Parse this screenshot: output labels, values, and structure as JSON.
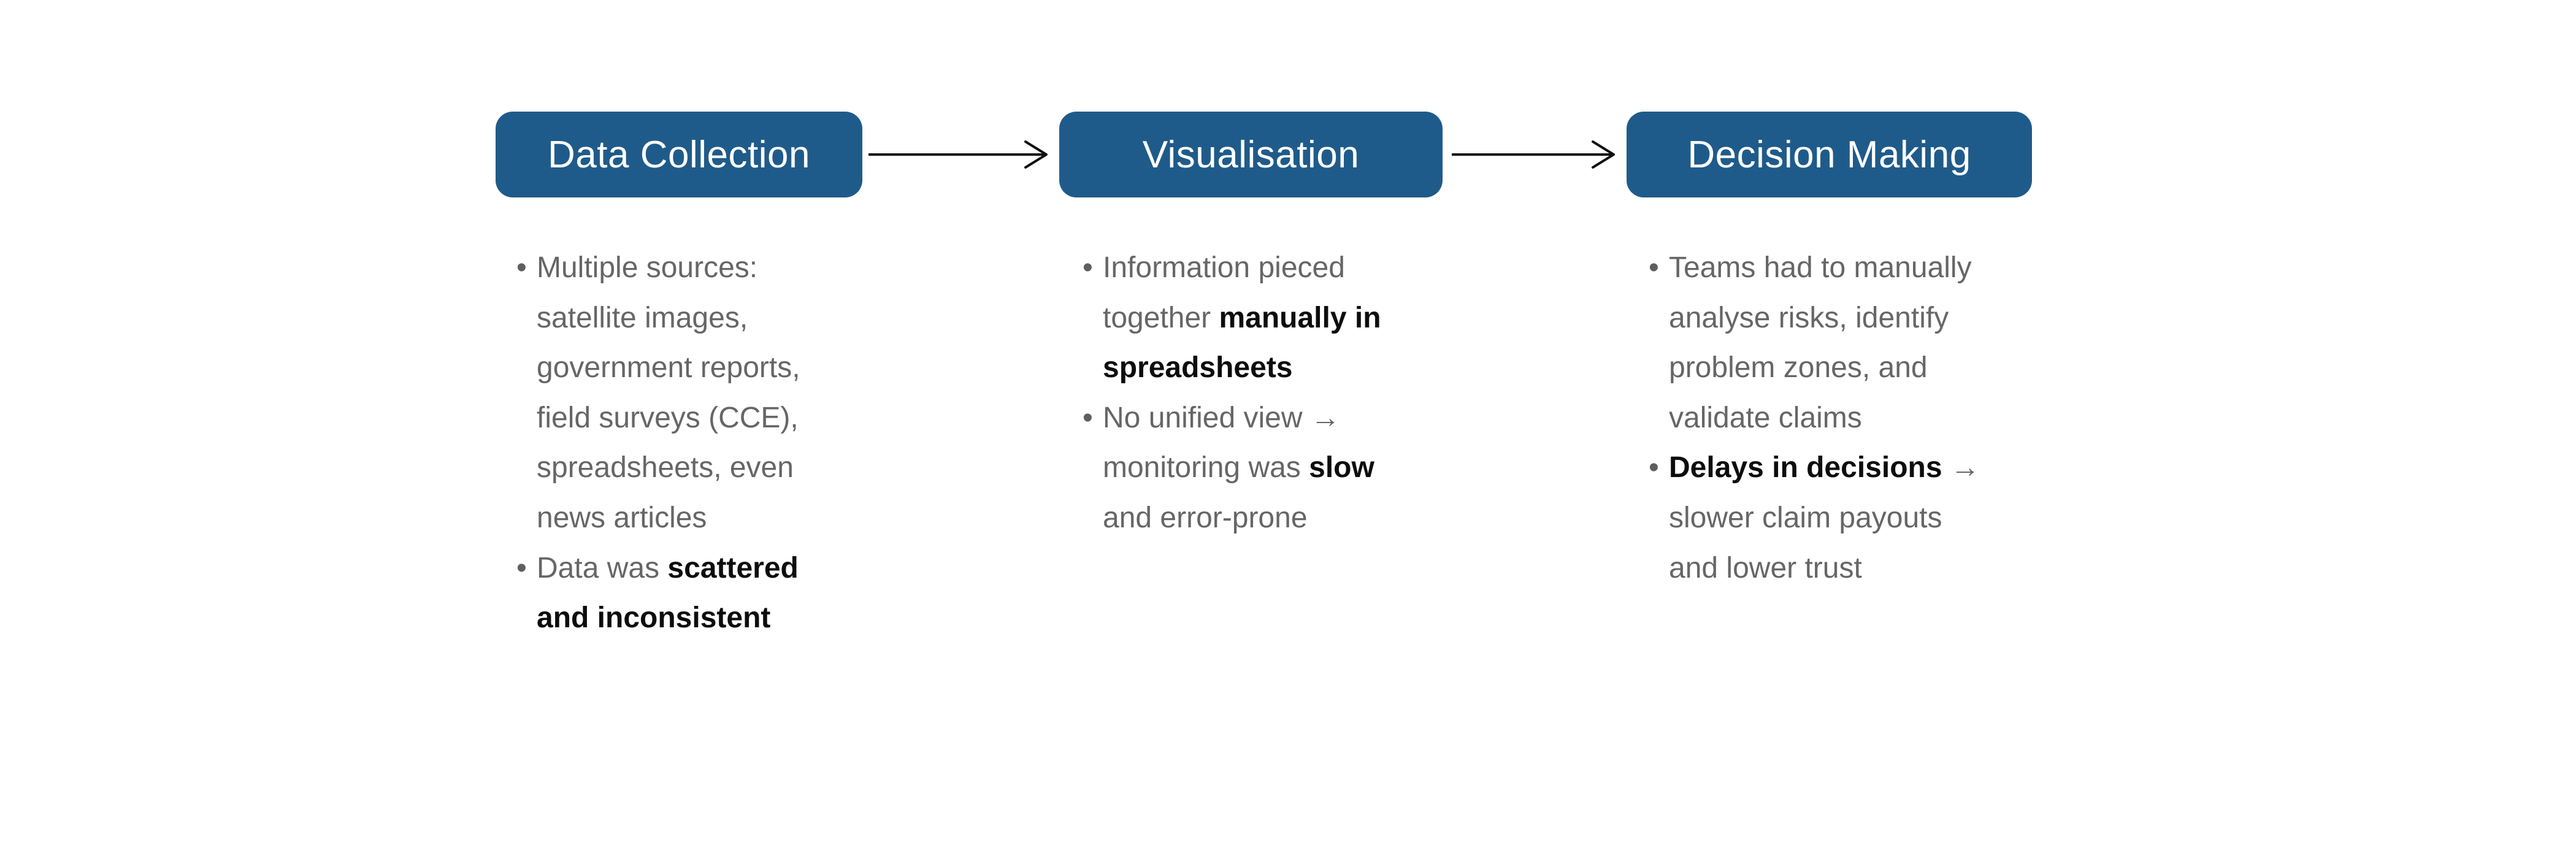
{
  "theme": {
    "background": "#ffffff",
    "box_color": "#1f5b8a",
    "box_text_color": "#ffffff",
    "body_text_color": "#666666",
    "bold_text_color": "#0d0d0d",
    "bullet_color": "#5f5f5f",
    "arrow_color": "#111111"
  },
  "flow": {
    "stages": [
      {
        "title": "Data Collection",
        "bullets": [
          {
            "segments": [
              {
                "text": "Multiple sources:\nsatellite images,\ngovernment reports,\nfield surveys (CCE),\nspreadsheets, even\nnews articles",
                "bold": false
              }
            ]
          },
          {
            "segments": [
              {
                "text": "Data was ",
                "bold": false
              },
              {
                "text": "scattered\nand inconsistent",
                "bold": true
              }
            ]
          }
        ]
      },
      {
        "title": "Visualisation",
        "bullets": [
          {
            "segments": [
              {
                "text": "Information pieced\ntogether ",
                "bold": false
              },
              {
                "text": "manually in\nspreadsheets",
                "bold": true
              }
            ]
          },
          {
            "segments": [
              {
                "text": "No unified view →\nmonitoring was ",
                "bold": false
              },
              {
                "text": "slow",
                "bold": true
              },
              {
                "text": "\nand error-prone",
                "bold": false
              }
            ]
          }
        ]
      },
      {
        "title": "Decision Making",
        "bullets": [
          {
            "segments": [
              {
                "text": "Teams had to manually\nanalyse risks, identify\nproblem zones, and\nvalidate claims",
                "bold": false
              }
            ]
          },
          {
            "segments": [
              {
                "text": "Delays in decisions",
                "bold": true
              },
              {
                "text": " →\nslower claim payouts\nand lower trust",
                "bold": false
              }
            ]
          }
        ]
      }
    ]
  }
}
